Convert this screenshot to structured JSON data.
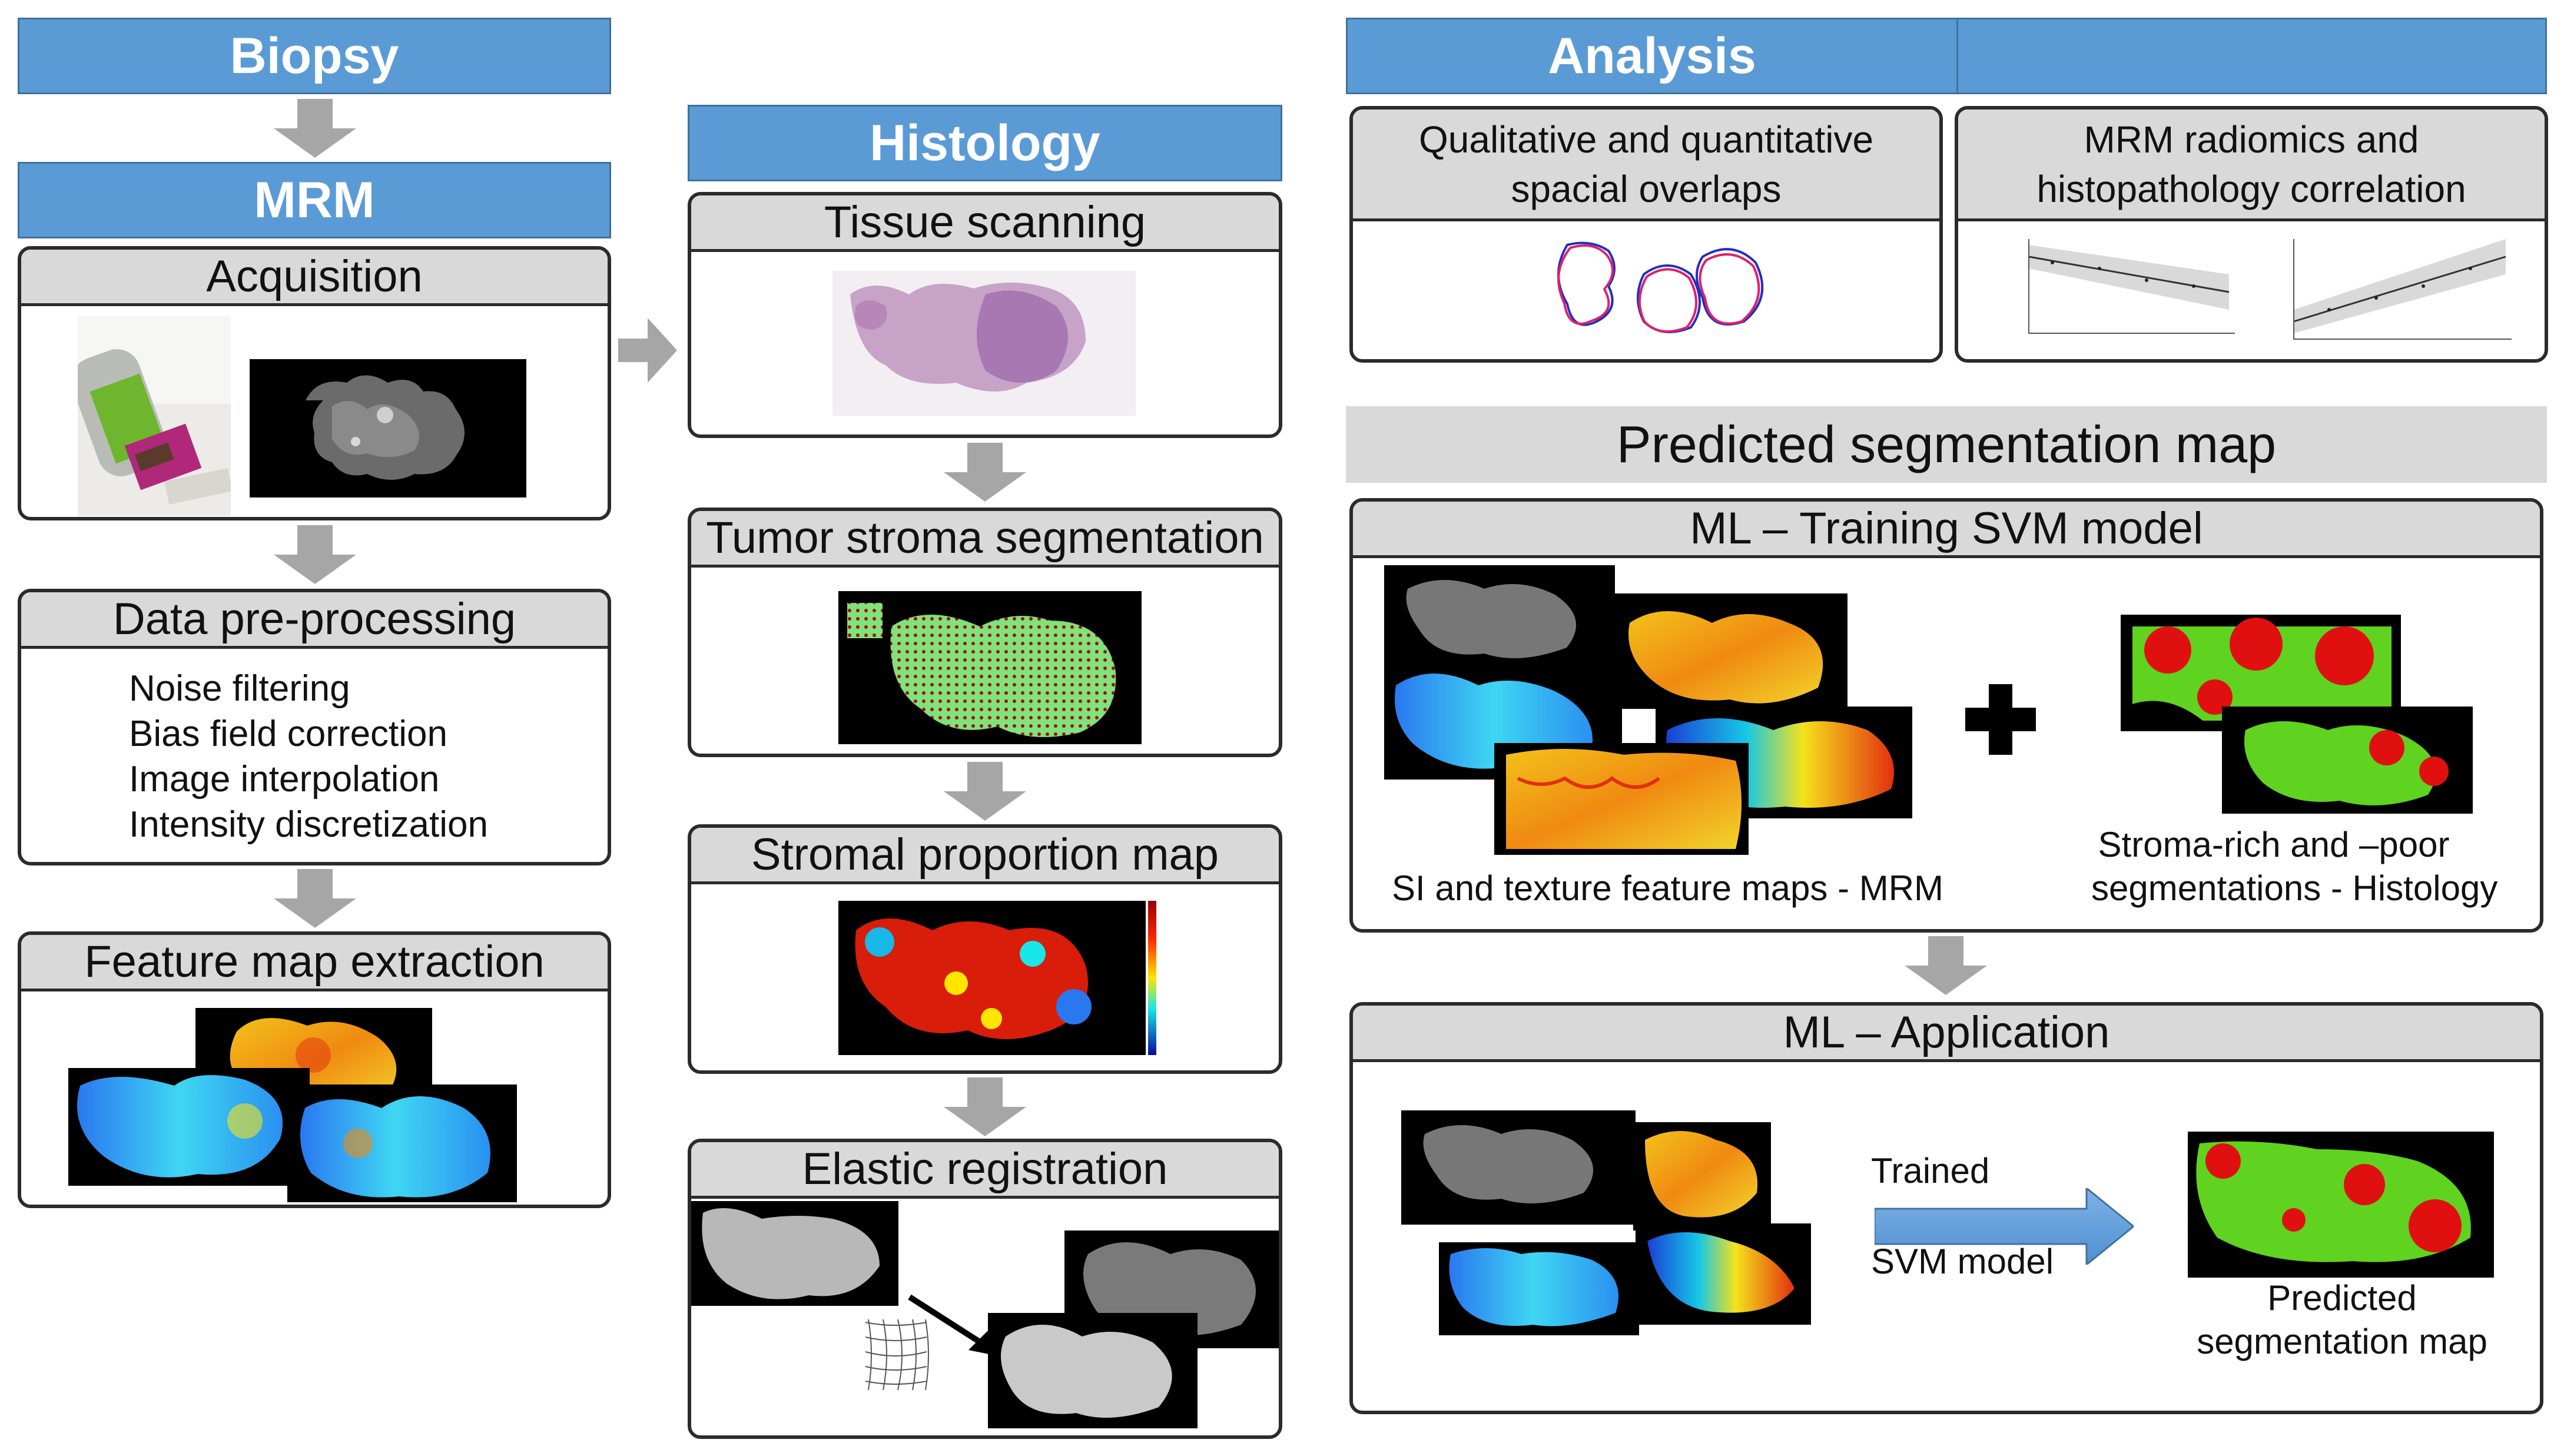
{
  "columns": {
    "biopsy": "Biopsy",
    "mrm": "MRM",
    "histology": "Histology",
    "analysis": "Analysis"
  },
  "mrm_steps": {
    "acquisition": "Acquisition",
    "preprocessing": "Data pre-processing",
    "preprocessing_items": [
      "Noise filtering",
      "Bias field correction",
      "Image interpolation",
      "Intensity discretization"
    ],
    "feature_extraction": "Feature map extraction"
  },
  "histology_steps": {
    "scanning": "Tissue scanning",
    "stroma_segmentation": "Tumor stroma segmentation",
    "proportion_map": "Stromal proportion map",
    "registration": "Elastic registration"
  },
  "analysis_boxes": {
    "overlap_line1": "Qualitative and quantitative",
    "overlap_line2": "spacial overlaps",
    "radiomics_line1": "MRM radiomics and",
    "radiomics_line2": "histopathology correlation"
  },
  "prediction": {
    "title": "Predicted segmentation map",
    "training_title": "ML – Training SVM model",
    "mrm_caption": "SI and texture feature maps - MRM",
    "histo_caption_line1": "Stroma-rich and –poor",
    "histo_caption_line2": "segmentations - Histology",
    "application_title": "ML – Application",
    "arrow_top": "Trained",
    "arrow_bottom": "SVM model",
    "output_line1": "Predicted",
    "output_line2": "segmentation map"
  },
  "colors": {
    "banner": "#5b9bd5",
    "header_gray": "#d9d9d9",
    "arrow_gray": "#a6a6a6",
    "stroma_rich": "#e01010",
    "stroma_poor": "#5fd31f"
  }
}
